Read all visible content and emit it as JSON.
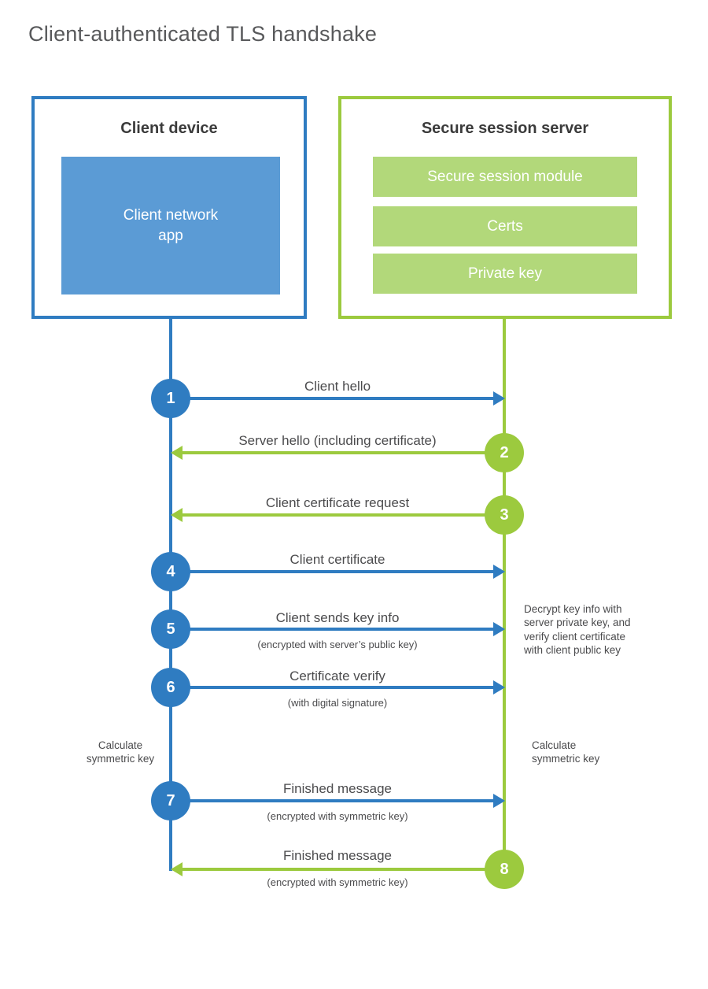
{
  "title": "Client-authenticated TLS handshake",
  "colors": {
    "blue": "#2f7cc1",
    "blue_light": "#5b9bd5",
    "green": "#9cca3e",
    "green_light": "#b2d87a",
    "heading_text": "#3b3b3b",
    "label_text": "#4b4b4d",
    "title_text": "#58595b"
  },
  "client": {
    "title": "Client device",
    "app_label": "Client network\napp"
  },
  "server": {
    "title": "Secure session server",
    "modules": [
      "Secure session module",
      "Certs",
      "Private key"
    ]
  },
  "steps": [
    {
      "num": "1",
      "label": "Client hello",
      "from": "client",
      "to": "server"
    },
    {
      "num": "2",
      "label": "Server hello (including certificate)",
      "from": "server",
      "to": "client"
    },
    {
      "num": "3",
      "label": "Client certificate request",
      "from": "server",
      "to": "client"
    },
    {
      "num": "4",
      "label": "Client certificate",
      "from": "client",
      "to": "server"
    },
    {
      "num": "5",
      "label": "Client sends key info",
      "sub": "(encrypted with server’s public key)",
      "from": "client",
      "to": "server"
    },
    {
      "num": "6",
      "label": "Certificate verify",
      "sub": "(with digital signature)",
      "from": "client",
      "to": "server"
    },
    {
      "num": "7",
      "label": "Finished message",
      "sub": "(encrypted with symmetric key)",
      "from": "client",
      "to": "server"
    },
    {
      "num": "8",
      "label": "Finished message",
      "sub": "(encrypted with symmetric key)",
      "from": "server",
      "to": "client"
    }
  ],
  "annotations": {
    "calc_left": "Calculate\nsymmetric key",
    "calc_right": "Calculate\nsymmetric key",
    "server_note": "Decrypt key info with\nserver private key, and\nverify client certificate\nwith client public key"
  }
}
